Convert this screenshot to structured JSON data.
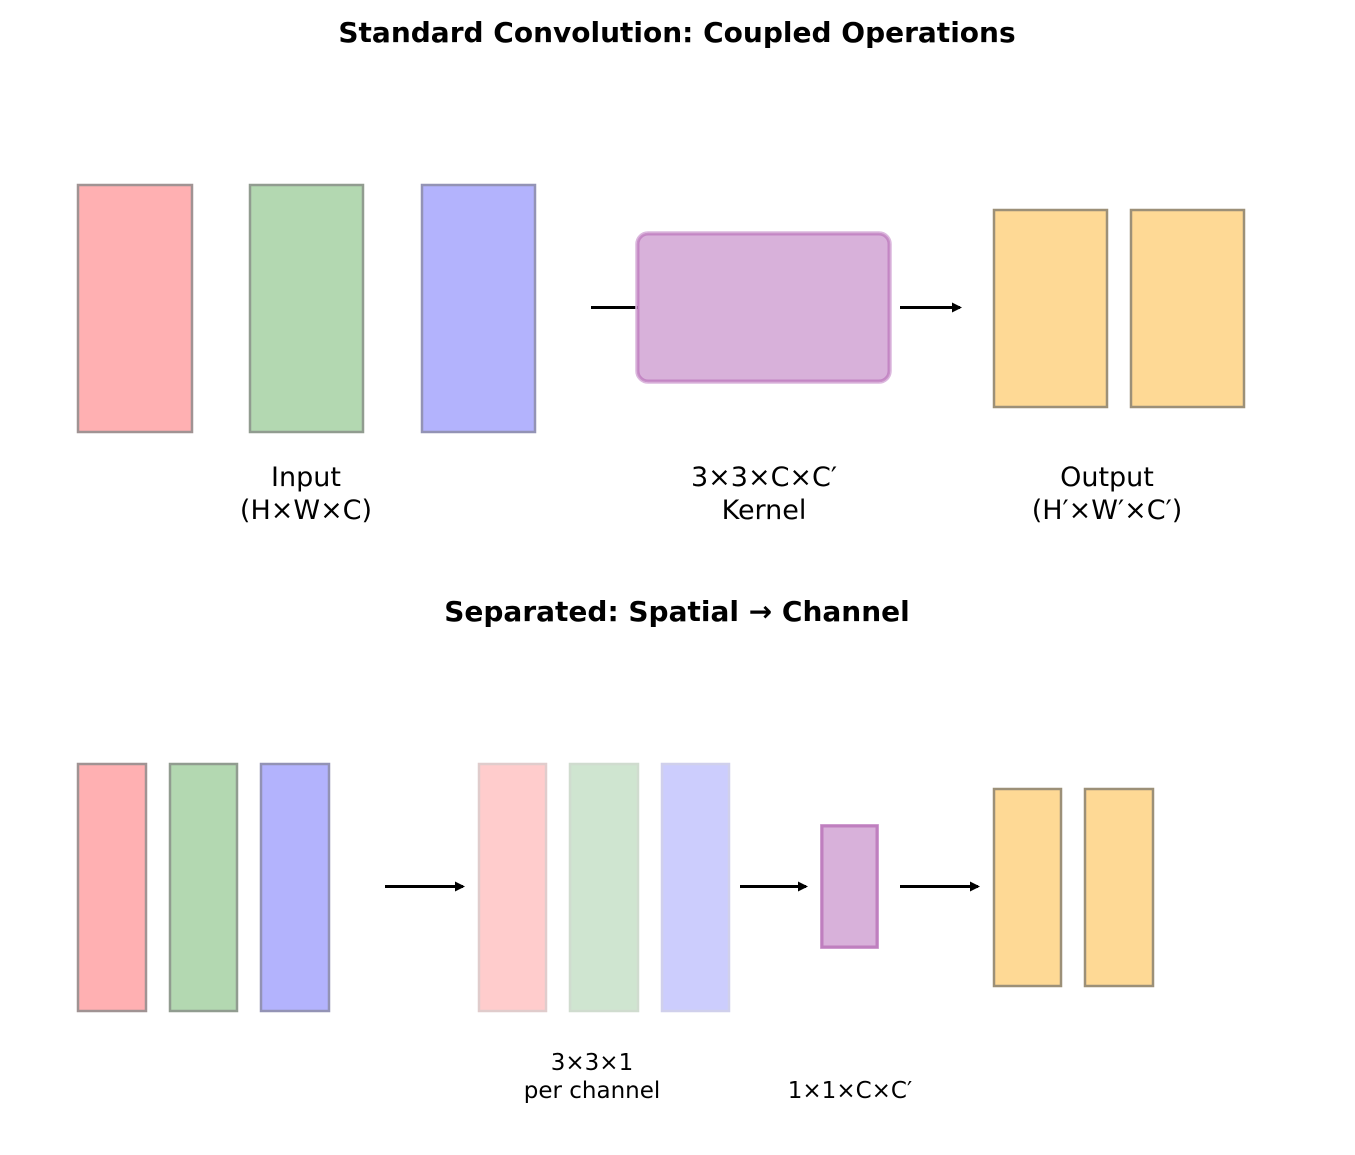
{
  "colors": {
    "red_channel": "#ffb0b2",
    "green_channel": "#b3d8b1",
    "blue_channel": "#b3b3fd",
    "red_faded": "#ffcccc",
    "green_faded": "#cfe5d0",
    "blue_faded": "#cccdfd",
    "kernel_fill": "#d8b1da",
    "kernel_stroke": "#bf7fbf",
    "output_fill": "#fed995",
    "box_stroke": "#999999",
    "arrow": "#000000"
  },
  "top": {
    "title": "Standard Convolution: Coupled Operations",
    "input_label": [
      "Input",
      "(H×W×C)"
    ],
    "kernel_label": [
      "3×3×C×C′",
      "Kernel"
    ],
    "output_label": [
      "Output",
      "(H′×W′×C′)"
    ],
    "input_channels": [
      "red",
      "green",
      "blue"
    ],
    "output_channels": 2
  },
  "bottom": {
    "title": "Separated: Spatial → Channel",
    "depthwise_label": [
      "3×3×1",
      "per channel"
    ],
    "pointwise_label": [
      "1×1×C×C′"
    ],
    "input_channels": [
      "red",
      "green",
      "blue"
    ],
    "depthwise_channels": [
      "red",
      "green",
      "blue"
    ],
    "output_channels": 2
  }
}
